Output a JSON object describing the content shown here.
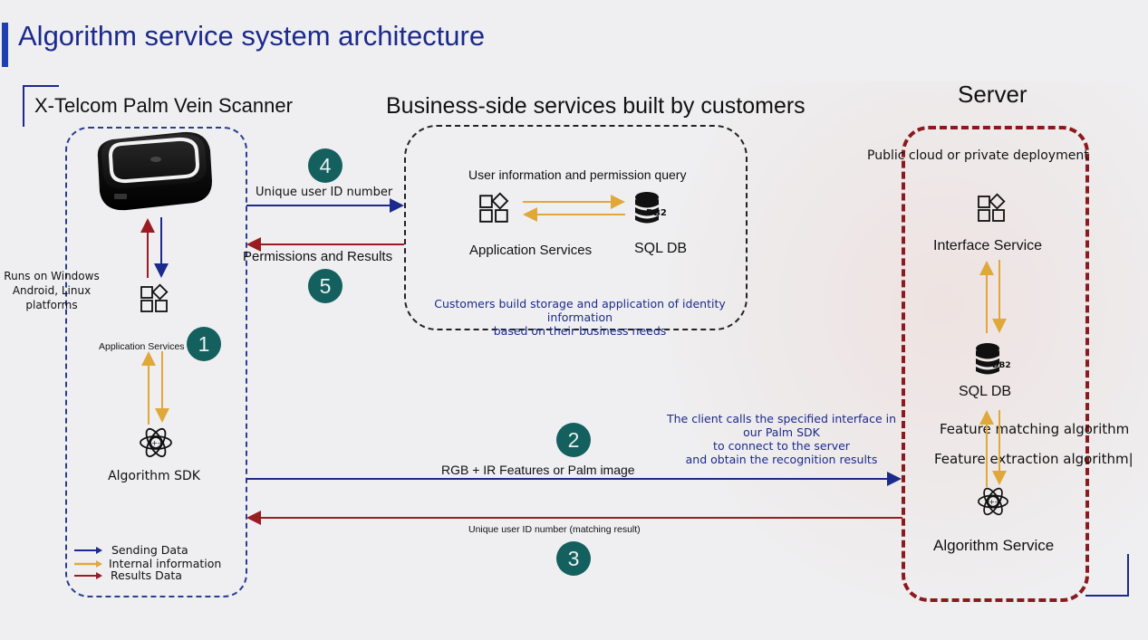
{
  "header": {
    "title": "Algorithm service system architecture"
  },
  "client": {
    "title": "X-Telcom  Palm Vein Scanner",
    "device": "palm-vein-scanner-device",
    "platform_note": [
      "Runs on Windows",
      "Android, Linux",
      "platforms"
    ],
    "app_services_label": "Application Services",
    "algorithm_sdk_label": "Algorithm SDK",
    "step_badge": "1"
  },
  "business": {
    "title": "Business-side services built by customers",
    "query_label": "User information and permission query",
    "app_services_label": "Application Services",
    "db_label": "SQL  DB",
    "db_badge": "DB2",
    "note_line1": "Customers build storage and application of identity information",
    "note_line2": "based on their business needs"
  },
  "server": {
    "title": "Server",
    "deployment_label": "Public cloud or  private deployment",
    "interface_service_label": "Interface Service",
    "db_label": "SQL DB",
    "db_badge": "DB2",
    "feature_matching_label": "Feature matching algorithm",
    "feature_extraction_label": "Feature extraction algorithm|",
    "algorithm_service_label": "Algorithm Service"
  },
  "flows": {
    "step4": {
      "badge": "4",
      "label": "Unique user ID number"
    },
    "step5": {
      "badge": "5",
      "label": "Permissions and Results"
    },
    "step2": {
      "badge": "2",
      "label": "RGB + IR Features or Palm image",
      "note": [
        "The client calls the specified interface in",
        "our Palm SDK",
        "to connect to the server",
        "and obtain the recognition results"
      ]
    },
    "step3": {
      "badge": "3",
      "label": "Unique user ID number (matching result)"
    }
  },
  "legend": [
    {
      "label": "Sending Data",
      "color": "#1b2a8c"
    },
    {
      "label": "Internal information",
      "color": "#e0a83a"
    },
    {
      "label": "Results Data",
      "color": "#9a1c22"
    }
  ],
  "colors": {
    "send": "#1b2a8c",
    "internal": "#e0a83a",
    "result": "#9a1c22",
    "badge": "#14605f"
  }
}
